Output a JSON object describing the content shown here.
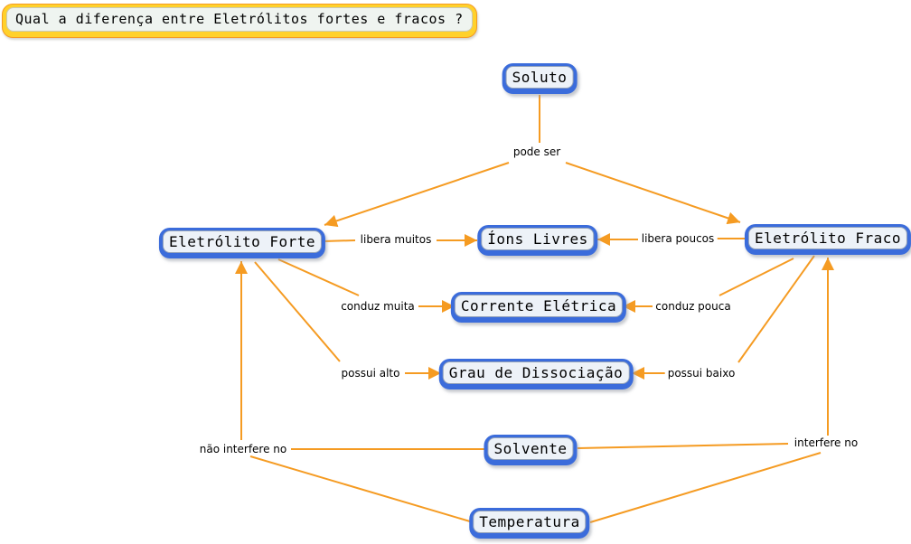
{
  "question": {
    "label": "Qual a diferença entre Eletrólitos fortes e fracos ?"
  },
  "concepts": {
    "soluto": {
      "label": "Soluto"
    },
    "eletrolito_forte": {
      "label": "Eletrólito Forte"
    },
    "ions_livres": {
      "label": "Íons Livres"
    },
    "eletrolito_fraco": {
      "label": "Eletrólito Fraco"
    },
    "corrente_eletrica": {
      "label": "Corrente Elétrica"
    },
    "grau_de_dissociacao": {
      "label": "Grau de Dissociação"
    },
    "solvente": {
      "label": "Solvente"
    },
    "temperatura": {
      "label": "Temperatura"
    }
  },
  "linking_phrases": {
    "pode_ser": {
      "label": "pode ser"
    },
    "libera_muitos": {
      "label": "libera muitos"
    },
    "libera_poucos": {
      "label": "libera poucos"
    },
    "conduz_muita": {
      "label": "conduz muita"
    },
    "conduz_pouca": {
      "label": "conduz pouca"
    },
    "possui_alto": {
      "label": "possui alto"
    },
    "possui_baixo": {
      "label": "possui baixo"
    },
    "nao_interfere_no": {
      "label": "não interfere no"
    },
    "interfere_no": {
      "label": "interfere no"
    }
  },
  "propositions": [
    {
      "from": "Soluto",
      "phrase": "pode ser",
      "to": "Eletrólito Forte"
    },
    {
      "from": "Soluto",
      "phrase": "pode ser",
      "to": "Eletrólito Fraco"
    },
    {
      "from": "Eletrólito Forte",
      "phrase": "libera muitos",
      "to": "Íons Livres"
    },
    {
      "from": "Eletrólito Fraco",
      "phrase": "libera poucos",
      "to": "Íons Livres"
    },
    {
      "from": "Eletrólito Forte",
      "phrase": "conduz muita",
      "to": "Corrente Elétrica"
    },
    {
      "from": "Eletrólito Fraco",
      "phrase": "conduz pouca",
      "to": "Corrente Elétrica"
    },
    {
      "from": "Eletrólito Forte",
      "phrase": "possui alto",
      "to": "Grau de Dissociação"
    },
    {
      "from": "Eletrólito Fraco",
      "phrase": "possui baixo",
      "to": "Grau de Dissociação"
    },
    {
      "from": "Solvente",
      "phrase": "não interfere no",
      "to": "Eletrólito Forte"
    },
    {
      "from": "Solvente",
      "phrase": "interfere no",
      "to": "Eletrólito Fraco"
    },
    {
      "from": "Temperatura",
      "phrase": "não interfere no",
      "to": "Eletrólito Forte"
    },
    {
      "from": "Temperatura",
      "phrase": "interfere no",
      "to": "Eletrólito Fraco"
    }
  ],
  "colors": {
    "node_border": "#3b6cdb",
    "node_fill": "#edf2f8",
    "arrow": "#f59b22",
    "title_band": "#ffd12b",
    "title_fill": "#eff4f0"
  }
}
